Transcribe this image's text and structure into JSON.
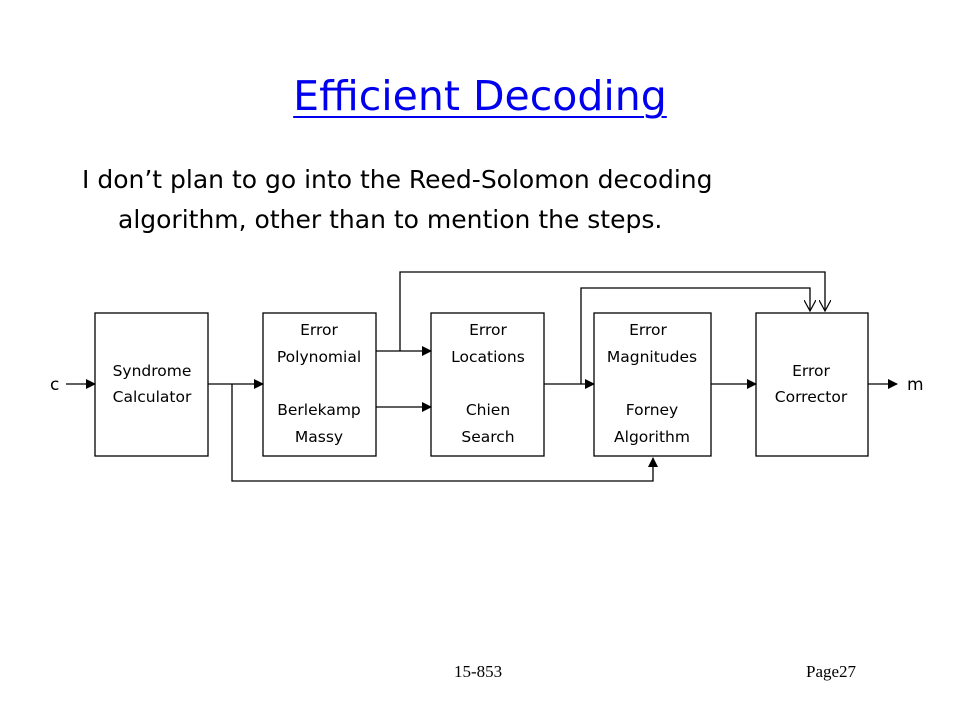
{
  "slide": {
    "title": "Efficient Decoding",
    "body_line_1": "I don’t plan to go into the Reed-Solomon decoding",
    "body_line_2": "algorithm, other than to mention the steps.",
    "footer_course": "15-853",
    "footer_page": "Page27"
  },
  "diagram": {
    "input_label": "c",
    "output_label": "m",
    "blocks": [
      {
        "lines": [
          "Syndrome",
          "Calculator"
        ]
      },
      {
        "lines": [
          "Error",
          "Polynomial",
          "",
          "Berlekamp",
          "Massy"
        ]
      },
      {
        "lines": [
          "Error",
          "Locations",
          "",
          "Chien",
          "Search"
        ]
      },
      {
        "lines": [
          "Error",
          "Magnitudes",
          "",
          "Forney",
          "Algorithm"
        ]
      },
      {
        "lines": [
          "Error",
          "Corrector"
        ]
      }
    ]
  }
}
